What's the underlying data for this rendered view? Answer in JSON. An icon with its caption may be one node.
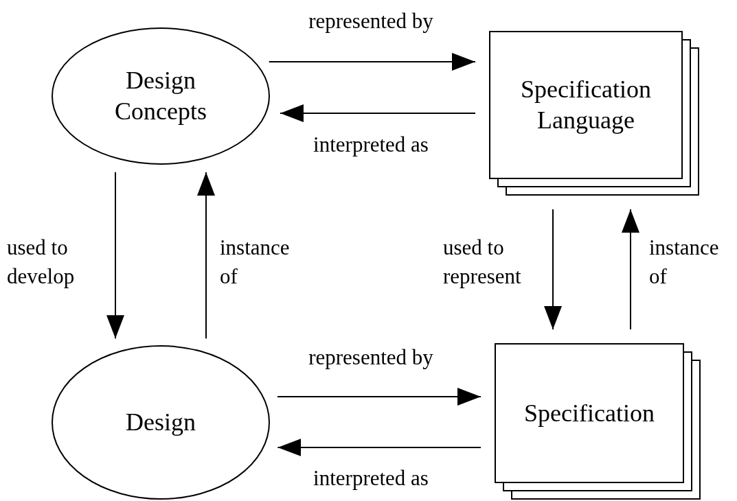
{
  "diagram": {
    "nodes": [
      {
        "text": [
          "Design Concepts"
        ]
      },
      {
        "text": [
          "Specification Language"
        ]
      },
      {
        "text": [
          "Design"
        ]
      },
      {
        "text": [
          "Specification"
        ]
      }
    ],
    "edges": [
      {
        "from": 0,
        "to": 1,
        "arrow": "to",
        "label": "represented by"
      },
      {
        "from": 1,
        "to": 0,
        "arrow": "to",
        "label": "interpreted as"
      },
      {
        "from": 0,
        "to": 2,
        "arrow": "to",
        "label": "used to develop"
      },
      {
        "from": 2,
        "to": 0,
        "arrow": "to",
        "label": "instance of"
      },
      {
        "from": 1,
        "to": 3,
        "arrow": "to",
        "label": "used to represent"
      },
      {
        "from": 3,
        "to": 1,
        "arrow": "to",
        "label": "instance of"
      },
      {
        "from": 2,
        "to": 3,
        "arrow": "to",
        "label": "represented by"
      },
      {
        "from": 3,
        "to": 2,
        "arrow": "to",
        "label": "interpreted as"
      }
    ]
  }
}
